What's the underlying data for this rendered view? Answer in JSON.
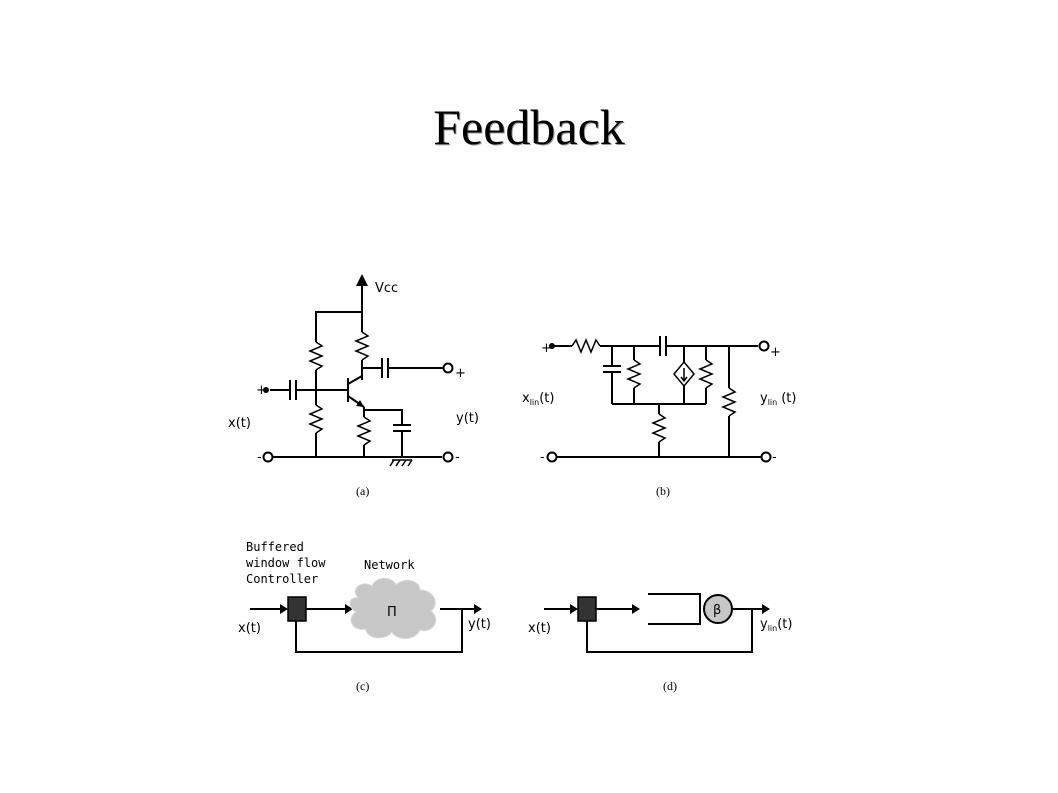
{
  "title": "Feedback",
  "circuit_a": {
    "vcc": "Vcc",
    "plus_in": "+",
    "minus_in": "-",
    "plus_out": "+",
    "minus_out": "-",
    "input": "x(t)",
    "output": "y(t)",
    "caption": "(a)"
  },
  "circuit_b": {
    "plus_in": "+",
    "minus_in": "-",
    "plus_out": "+",
    "minus_out": "-",
    "input_main": "x",
    "input_sub": "lin",
    "input_tail": "(t)",
    "output_main": "y",
    "output_sub": "lin",
    "output_tail": "(t)",
    "caption": "(b)"
  },
  "diagram_c": {
    "controller_line1": "Buffered",
    "controller_line2": "window flow",
    "controller_line3": "Controller",
    "network_label": "Network",
    "network_symbol": "Π",
    "input": "x(t)",
    "output": "y(t)",
    "caption": "(c)"
  },
  "diagram_d": {
    "server_symbol": "β",
    "input": "x(t)",
    "output_main": "y",
    "output_sub": "lin",
    "output_tail": "(t)",
    "caption": "(d)"
  }
}
